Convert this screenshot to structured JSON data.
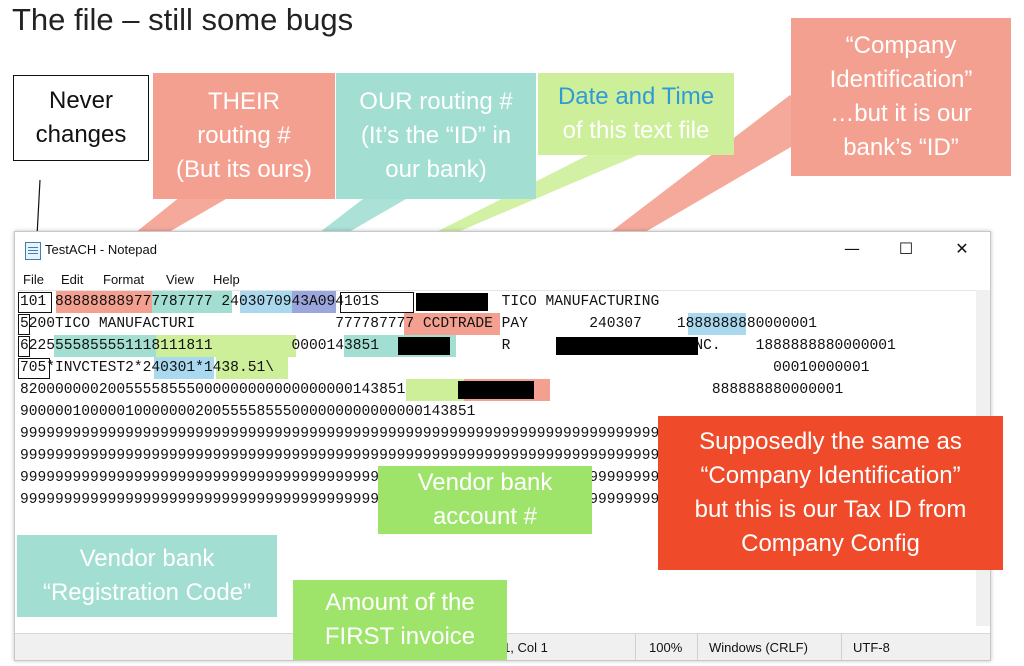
{
  "slide_title": "The file – still some bugs",
  "window": {
    "title": "TestACH - Notepad",
    "controls": {
      "minimize": "—",
      "maximize": "☐",
      "close": "✕"
    },
    "menu": [
      "File",
      "Edit",
      "Format",
      "View",
      "Help"
    ],
    "lines": [
      "101 888888889777787777 2403070943A094101S              TICO MANUFACTURING",
      "5200TICO MANUFACTURI                777787777 CCDTRADE PAY       240307    1888888880000001",
      "6225555855551118111811         0000143851              R                    INC.    1888888880000001",
      "705*INVCTEST2*240301*1438.51\\                                                         00010000001",
      "82000000020055558555000000000000000000143851           9                       888888880000001",
      "9000001000001000000020055558555000000000000000143851",
      "9999999999999999999999999999999999999999999999999999999999999999999999999999999999999999999999",
      "9999999999999999999999999999999999999999999999999999999999999999999999999999999999999999999999",
      "9999999999999999999999999999999999999999999999999999999999999999999999999999999999999999999999",
      "9999999999999999999999999999999999999999999999999999999999999999999999999999999999999999999999"
    ],
    "status": {
      "position": "Ln 1, Col 1",
      "zoom": "100%",
      "line_ending": "Windows (CRLF)",
      "encoding": "UTF-8"
    }
  },
  "callouts": {
    "never_changes": [
      "Never",
      "changes"
    ],
    "their_routing": [
      "THEIR",
      "routing #",
      "(But its ours)"
    ],
    "our_routing": [
      "OUR routing #",
      "(It’s the “ID” in",
      "our bank)"
    ],
    "date_time": [
      "Date and Time",
      "of this text file"
    ],
    "company_id": [
      "“Company",
      "Identification”",
      "…but it is our",
      "bank’s “ID”"
    ],
    "vendor_reg": [
      "Vendor bank",
      "“Registration Code”"
    ],
    "amount": [
      "Amount of the",
      "FIRST invoice"
    ],
    "vendor_account": [
      "Vendor bank",
      "account #"
    ],
    "tax_id": [
      "Supposedly the same as",
      "“Company Identification”",
      "but this is our Tax ID from",
      "Company Config"
    ]
  },
  "colors": {
    "salmon": "#f4a090",
    "teal": "#a2ded2",
    "lime": "#cdef9a",
    "green": "#9fe46a",
    "red": "#ef4a2a",
    "blue_text": "#2f9bd6",
    "navy_text": "#3b4a9a"
  }
}
